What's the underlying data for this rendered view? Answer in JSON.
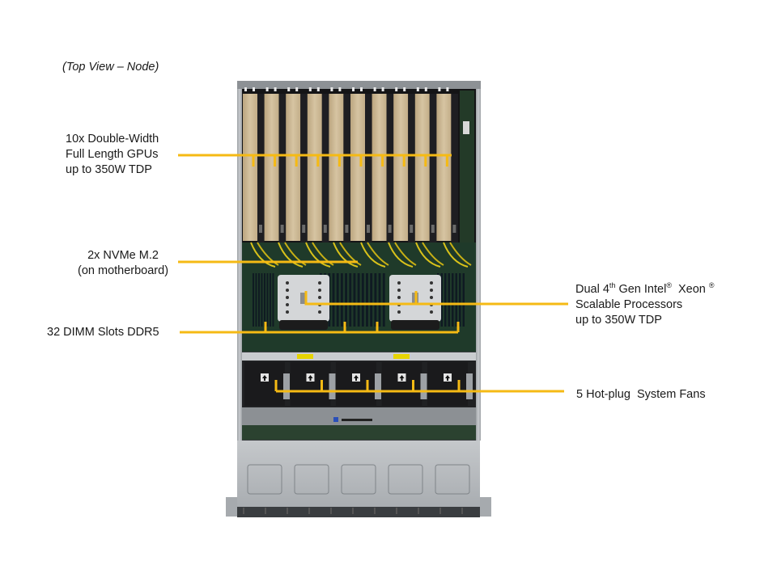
{
  "view_title": "(Top View – Node)",
  "callouts": {
    "gpus": {
      "lines": [
        "10x Double-Width",
        "Full Length GPUs",
        "up to 350W TDP"
      ],
      "count": 10
    },
    "nvme": {
      "lines": [
        "2x NVMe M.2",
        "(on motherboard)"
      ],
      "count": 2
    },
    "dimm": {
      "text": "32 DIMM Slots DDR5",
      "count": 32
    },
    "cpu": {
      "line1_a": "Dual 4",
      "line1_sup1": "th",
      "line1_b": " Gen Intel",
      "line1_sup2": "®",
      "line1_c": "  Xeon ",
      "line1_sup3": "®",
      "line2": "Scalable Processors",
      "line3": "up to 350W TDP",
      "count": 2
    },
    "fans": {
      "text": "5 Hot-plug  System Fans",
      "count": 5
    }
  },
  "colors": {
    "callout_line": "#F5BA14",
    "gpu_card": "#CDB896",
    "gpu_shroud": "#1E1E22",
    "pcb": "#1F3A2A",
    "chassis": "#B8BCC0",
    "heatsink": "#D4D6D8",
    "fan": "#1A1A1C"
  }
}
